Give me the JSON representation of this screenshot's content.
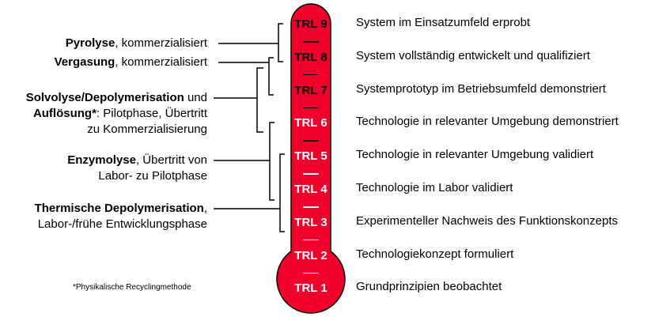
{
  "left_labels": [
    {
      "bold": "Pyrolyse",
      "rest": ", kommerzialisiert"
    },
    {
      "bold": "Vergasung",
      "rest": ", kommerzialisiert"
    },
    {
      "bold": "Solvolyse/Depolymerisation",
      "rest": " und",
      "bold2": "Auflösung*",
      "rest2": ": Pilotphase, Übertritt",
      "line3": "zu Kommerzialisierung"
    },
    {
      "bold": "Enzymolyse",
      "rest": ", Übertritt von",
      "line2": "Labor- zu Pilotphase"
    },
    {
      "bold": "Thermische Depolymerisation",
      "rest": ",",
      "line2": "Labor-/frühe Entwicklungsphase"
    }
  ],
  "levels": [
    {
      "label": "TRL 9",
      "desc": "System im Einsatzumfeld erprobt"
    },
    {
      "label": "TRL 8",
      "desc": "System vollständig entwickelt und qualifiziert"
    },
    {
      "label": "TRL 7",
      "desc": "Systemprototyp im Betriebsumfeld demonstriert"
    },
    {
      "label": "TRL 6",
      "desc": "Technologie in relevanter Umgebung demonstriert"
    },
    {
      "label": "TRL 5",
      "desc": "Technologie in relevanter Umgebung validiert"
    },
    {
      "label": "TRL 4",
      "desc": "Technologie im Labor validiert"
    },
    {
      "label": "TRL 3",
      "desc": "Experimenteller Nachweis des Funktionskonzepts"
    },
    {
      "label": "TRL 2",
      "desc": "Technologiekonzept formuliert"
    },
    {
      "label": "TRL 1",
      "desc": "Grundprinzipien beobachtet"
    }
  ],
  "footnote": "*Physikalische Recyclingmethode",
  "colors": {
    "top": "#ffffff",
    "bottom": "#f0002a"
  }
}
